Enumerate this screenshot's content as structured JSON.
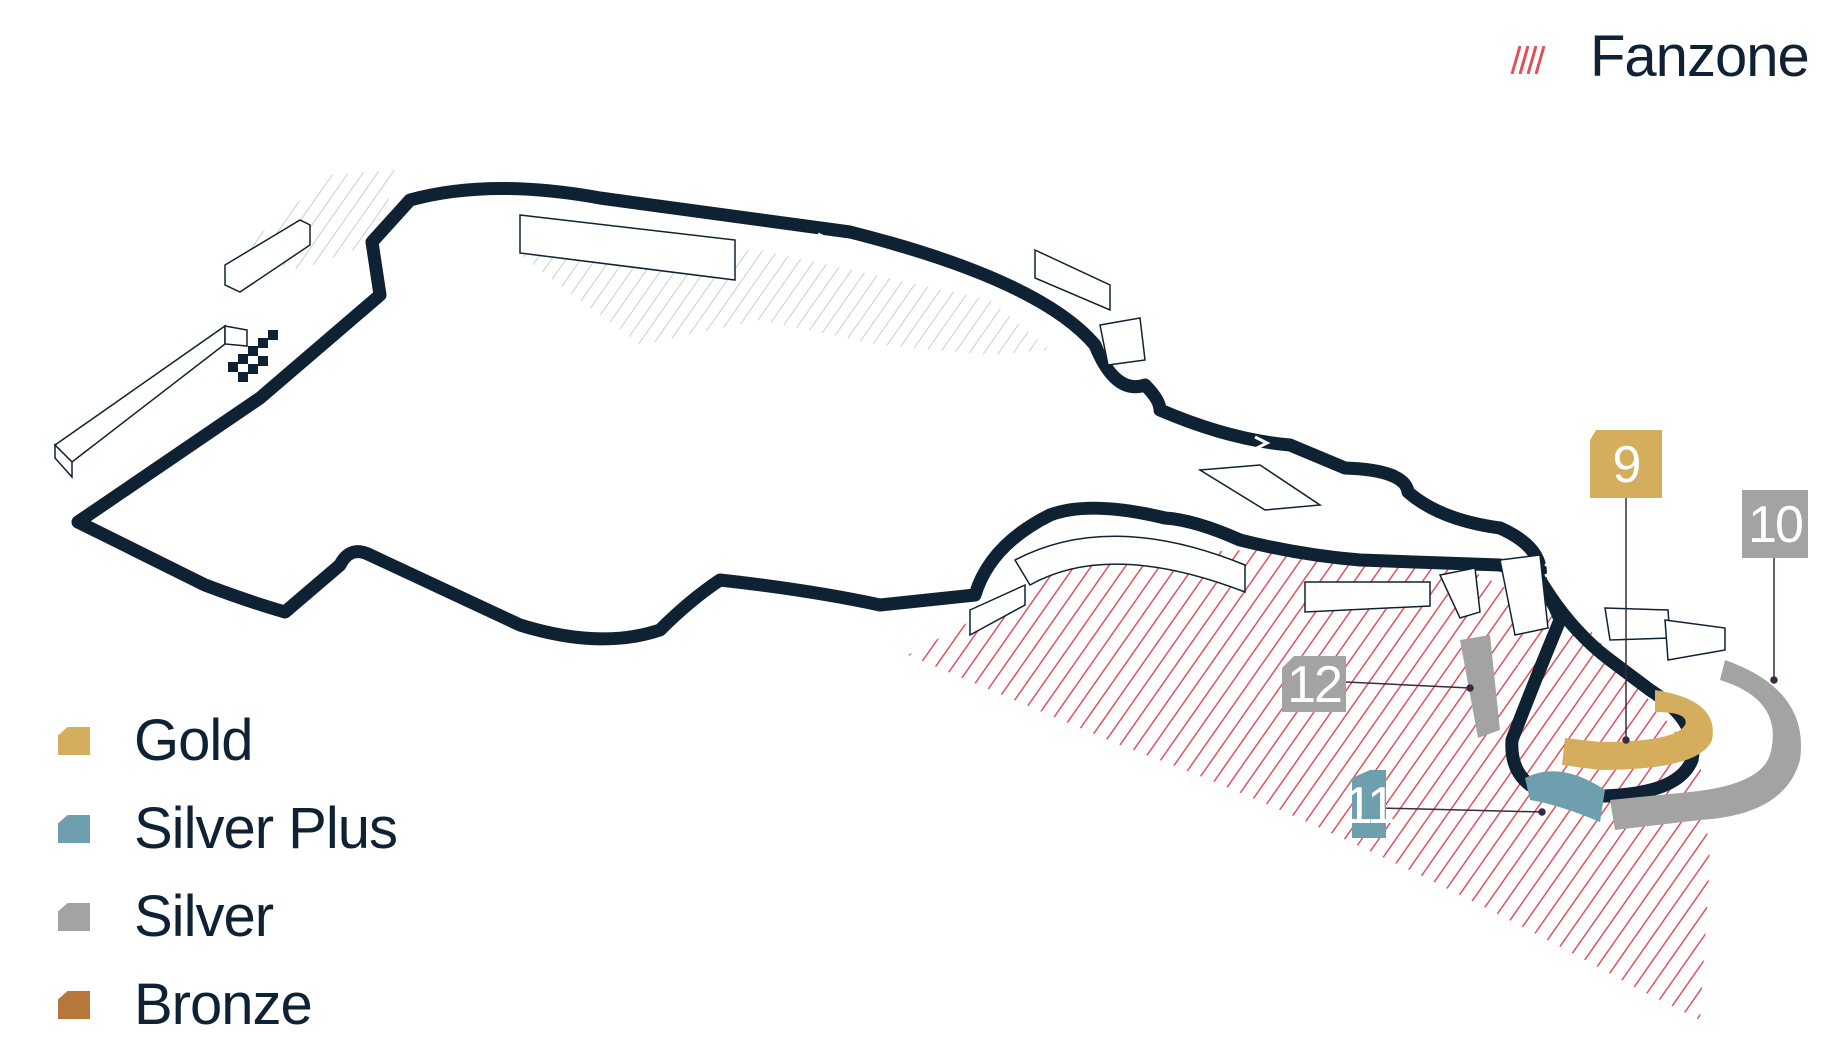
{
  "fanzone": {
    "label": "Fanzone",
    "color": "#e0525a"
  },
  "tiers": [
    {
      "label": "Gold",
      "color": "#d4ae5c"
    },
    {
      "label": "Silver Plus",
      "color": "#6e9fae"
    },
    {
      "label": "Silver",
      "color": "#a3a3a3"
    },
    {
      "label": "Bronze",
      "color": "#b8773a"
    }
  ],
  "grandstands": [
    {
      "number": "9",
      "tier": "Gold"
    },
    {
      "number": "10",
      "tier": "Silver"
    },
    {
      "number": "11",
      "tier": "Silver Plus"
    },
    {
      "number": "12",
      "tier": "Silver"
    }
  ],
  "colors": {
    "track": "#0f2233",
    "building_outline": "#0f2233",
    "hatch_grey": "#c9cfd2"
  }
}
